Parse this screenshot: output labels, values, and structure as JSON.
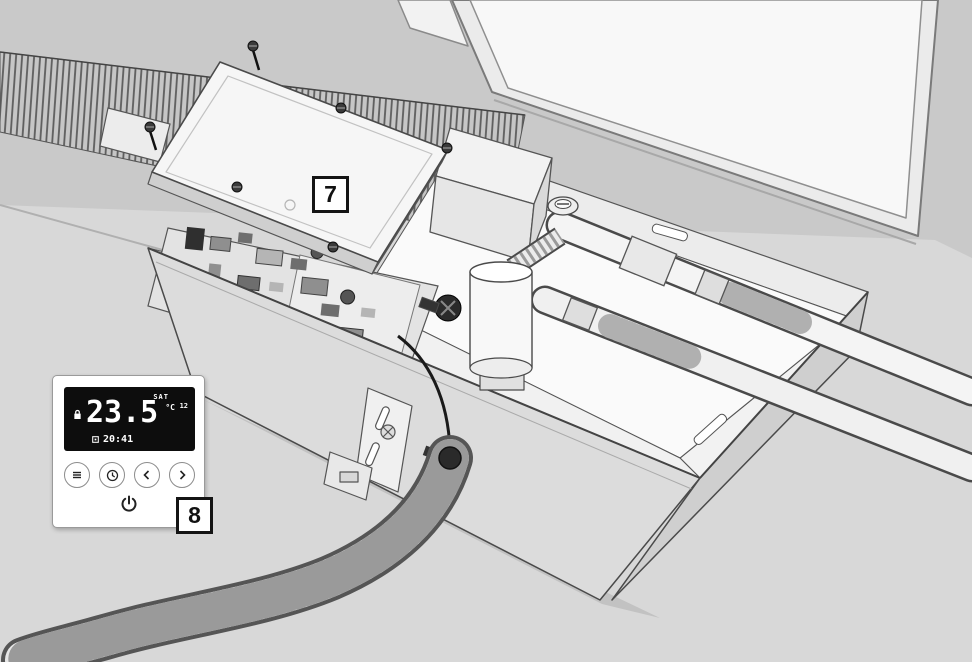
{
  "callouts": [
    {
      "label": "7"
    },
    {
      "label": "8"
    }
  ],
  "thermostat": {
    "day": "SAT",
    "temperature": "23.5",
    "unit": "°C",
    "aux": "12",
    "time": "20:41"
  },
  "icons": {
    "display_lock": "lock-icon",
    "display_calendar": "calendar-icon",
    "menu": "menu-icon",
    "clock": "clock-icon",
    "prev": "chevron-left-icon",
    "next": "chevron-right-icon",
    "power": "power-icon"
  },
  "colors": {
    "background": "#c9c9c9",
    "floor": "#d8d8d8",
    "outline": "#4a4a4a",
    "panel": "#ffffff",
    "display_bg": "#0d0d0d",
    "display_text": "#ffffff"
  }
}
